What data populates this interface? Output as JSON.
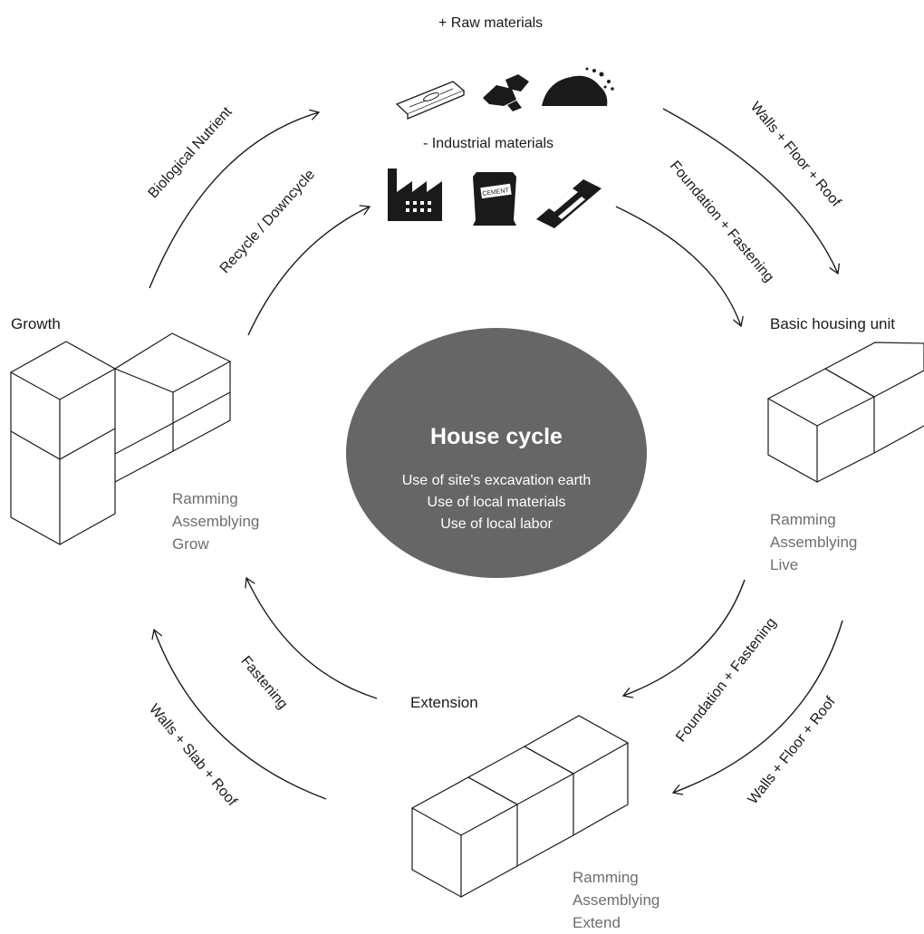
{
  "materials": {
    "raw_label": "+ Raw materials",
    "industrial_label": "- Industrial materials",
    "cement_text": "CEMENT"
  },
  "center": {
    "title": "House cycle",
    "lines": [
      "Use of site's excavation earth",
      "Use of local materials",
      "Use of local labor"
    ]
  },
  "stages": {
    "growth": {
      "label": "Growth",
      "notes": [
        "Ramming",
        "Assemblying",
        "Grow"
      ]
    },
    "basic": {
      "label": "Basic housing unit",
      "notes": [
        "Ramming",
        "Assemblying",
        "Live"
      ]
    },
    "extension": {
      "label": "Extension",
      "notes": [
        "Ramming",
        "Assemblying",
        "Extend"
      ]
    }
  },
  "arrows": {
    "biological_nutrient": "Biological Nutrient",
    "recycle": "Recycle / Downcycle",
    "walls_floor_roof_top": "Walls + Floor + Roof",
    "foundation_fastening_top": "Foundation + Fastening",
    "foundation_fastening_bottom": "Foundation + Fastening",
    "walls_floor_roof_bottom": "Walls + Floor + Roof",
    "fastening": "Fastening",
    "walls_slab_roof": "Walls + Slab + Roof"
  }
}
